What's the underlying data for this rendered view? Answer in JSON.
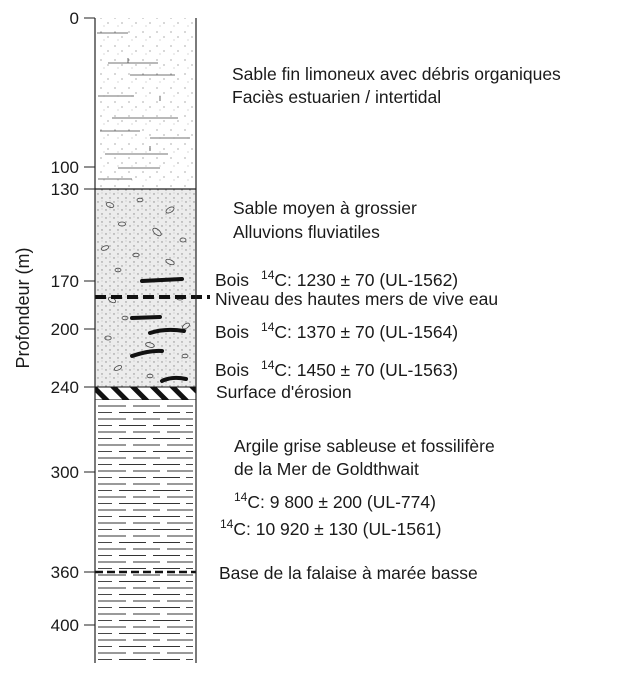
{
  "axis": {
    "title": "Profondeur (m)",
    "ticks": [
      "0",
      "100",
      "130",
      "170",
      "200",
      "240",
      "300",
      "360",
      "400"
    ]
  },
  "units": [
    {
      "lines": [
        {
          "text": "Sable fin limoneux avec débris organiques"
        },
        {
          "text": "Faciès estuarien / intertidal"
        }
      ]
    },
    {
      "lines": [
        {
          "text": "Sable moyen à grossier"
        },
        {
          "text": "Alluvions fluviatiles"
        }
      ]
    },
    {
      "lines": [
        {
          "prefix": "Bois",
          "sup": "14",
          "text": "C: 1230 ± 70 (UL-1562)"
        },
        {
          "text": "Niveau des hautes mers de vive eau"
        },
        {
          "prefix": "Bois",
          "sup": "14",
          "text": "C: 1370 ± 70 (UL-1564)"
        },
        {
          "prefix": "Bois",
          "sup": "14",
          "text": "C: 1450 ± 70 (UL-1563)"
        },
        {
          "text": "Surface d'érosion"
        }
      ]
    },
    {
      "lines": [
        {
          "text": "Argile grise sableuse et fossilifère"
        },
        {
          "text": "de la Mer de Goldthwait"
        },
        {
          "sup": "14",
          "text": "C: 9 800 ± 200 (UL-774)"
        },
        {
          "sup": "14",
          "text": "C: 10 920 ± 130 (UL-1561)"
        },
        {
          "text": "Base de la falaise à marée basse"
        }
      ]
    }
  ]
}
